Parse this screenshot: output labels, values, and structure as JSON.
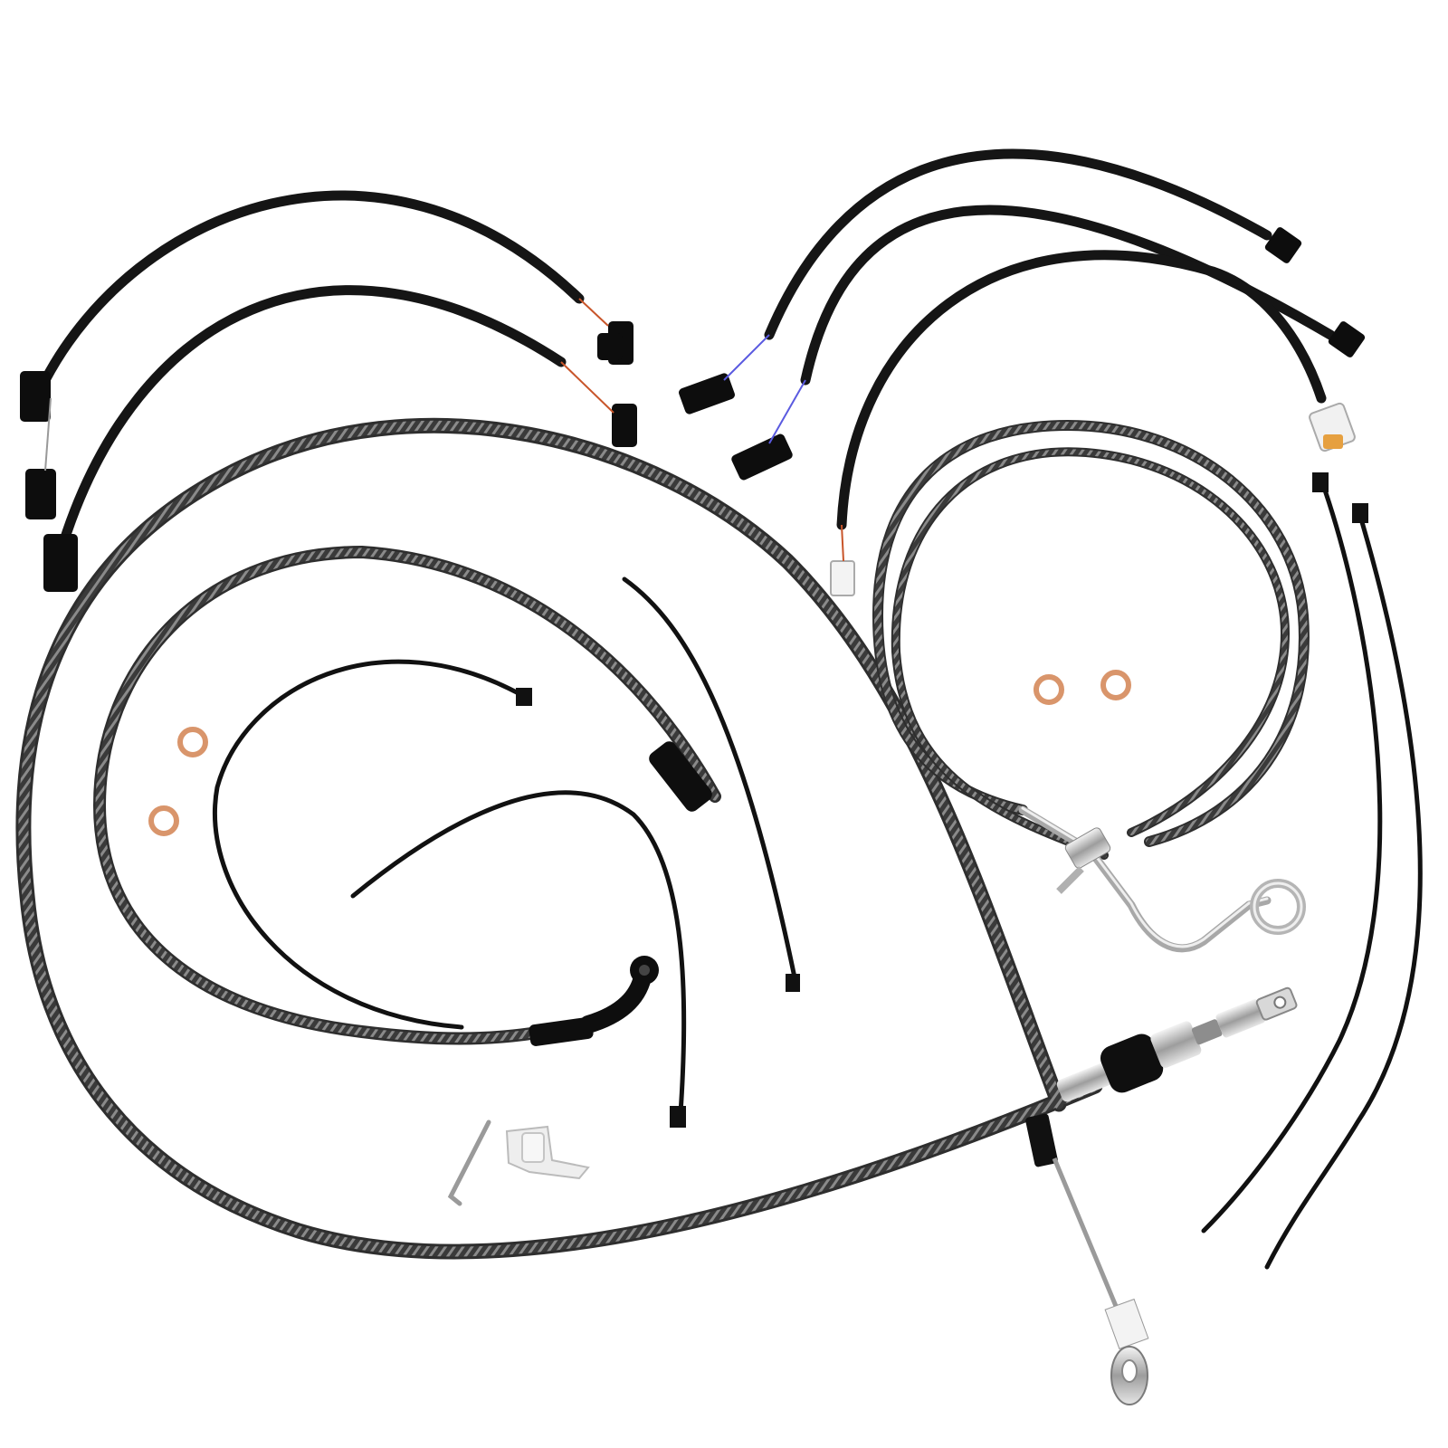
{
  "colors": {
    "background": "#ffffff",
    "braided_line": "#3a3a3a",
    "braid_highlight": "#9a9a9a",
    "harness": "#151515",
    "connector": "#0d0d0d",
    "zip_tie": "#111111",
    "chrome": "#c8c8c8",
    "copper_washer": "#d9956b"
  },
  "parts": {
    "wiring_harnesses": 5,
    "braided_lines": 3,
    "zip_ties": 6,
    "crush_washers": 4
  }
}
